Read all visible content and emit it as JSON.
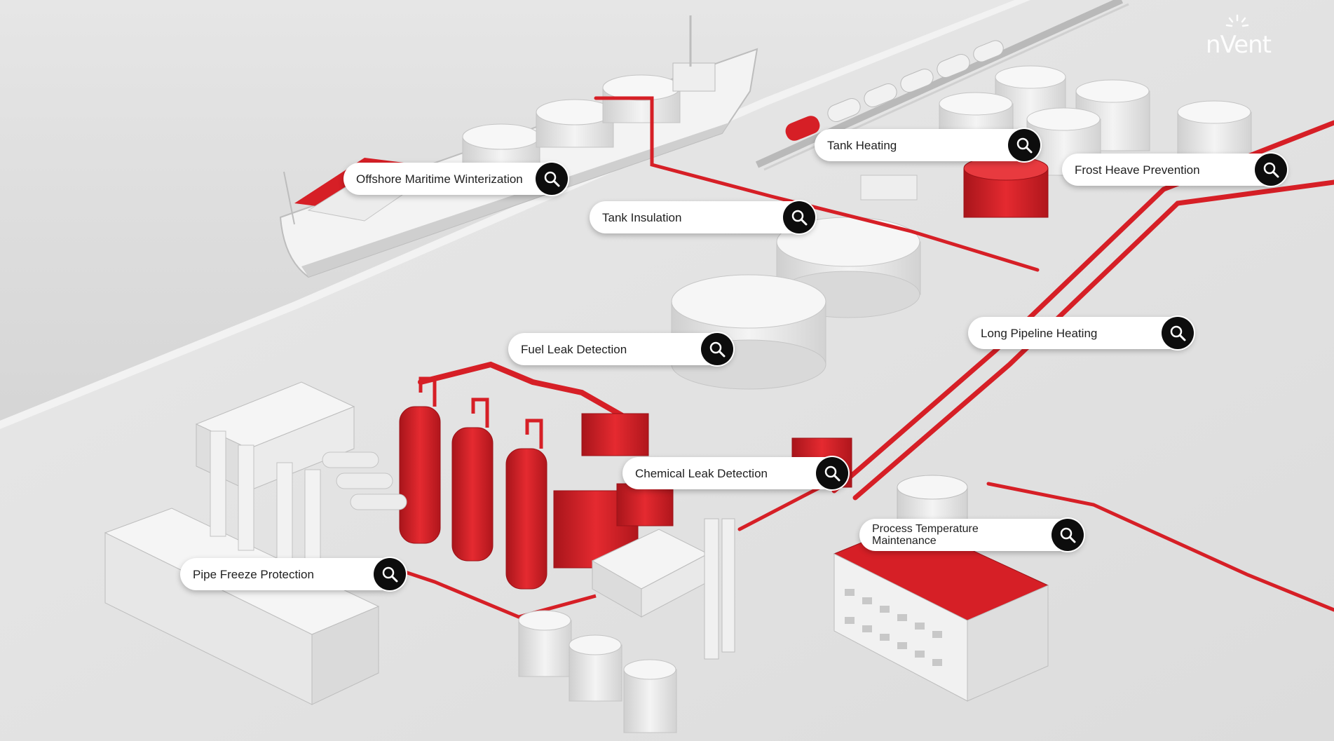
{
  "brand": {
    "logo_text": "nVent",
    "accent": "#d61f26"
  },
  "hotspots": {
    "offshore": "Offshore Maritime Winterization",
    "tank_heating": "Tank Heating",
    "frost_heave": "Frost Heave Prevention",
    "tank_insulation": "Tank Insulation",
    "long_pipeline": "Long Pipeline Heating",
    "fuel_leak": "Fuel Leak Detection",
    "chemical_leak": "Chemical Leak Detection",
    "process_temp": "Process Temperature Maintenance",
    "pipe_freeze": "Pipe Freeze Protection"
  },
  "icons": {
    "hotspot": "search-icon"
  }
}
